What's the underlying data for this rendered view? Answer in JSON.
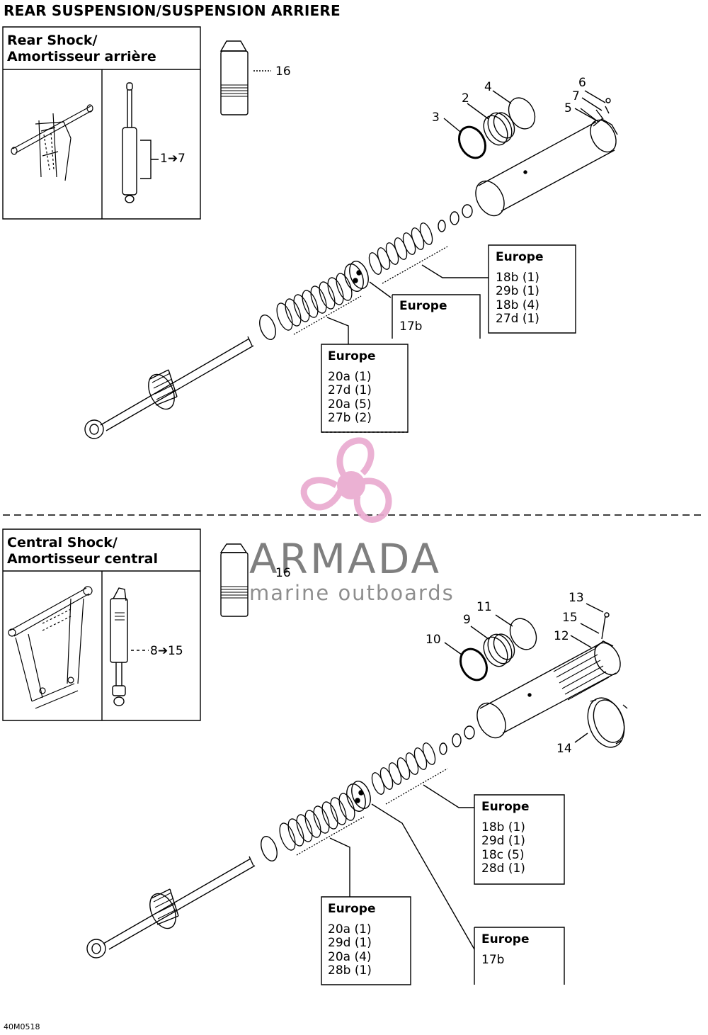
{
  "title": "REAR SUSPENSION/SUSPENSION ARRIERE",
  "rear": {
    "heading_line1": "Rear Shock/",
    "heading_line2": "Amortisseur arrière",
    "range_label": "1➔7",
    "callouts": {
      "c16": "16",
      "c2": "2",
      "c3": "3",
      "c4": "4",
      "c5": "5",
      "c6": "6",
      "c7": "7"
    },
    "europe_right": {
      "head": "Europe",
      "items": [
        "18b (1)",
        "29b (1)",
        "18b (4)",
        "27d (1)"
      ]
    },
    "europe_mid": {
      "head": "Europe",
      "items": [
        "17b"
      ]
    },
    "europe_left": {
      "head": "Europe",
      "items": [
        "20a (1)",
        "27d (1)",
        "20a (5)",
        "27b (2)"
      ]
    }
  },
  "central": {
    "heading_line1": "Central Shock/",
    "heading_line2": "Amortisseur central",
    "range_label": "8➔15",
    "callouts": {
      "c16": "16",
      "c9": "9",
      "c10": "10",
      "c11": "11",
      "c12": "12",
      "c13": "13",
      "c14": "14",
      "c15": "15"
    },
    "europe_right": {
      "head": "Europe",
      "items": [
        "18b (1)",
        "29d (1)",
        "18c (5)",
        "28d (1)"
      ]
    },
    "europe_left": {
      "head": "Europe",
      "items": [
        "20a (1)",
        "29d (1)",
        "20a (4)",
        "28b (1)"
      ]
    },
    "europe_bottom": {
      "head": "Europe",
      "items": [
        "17b"
      ]
    }
  },
  "watermark": {
    "brand": "ARMADA",
    "tagline": "marine outboards",
    "color": "#e9a9cf"
  },
  "drawing_code": "40M0518"
}
